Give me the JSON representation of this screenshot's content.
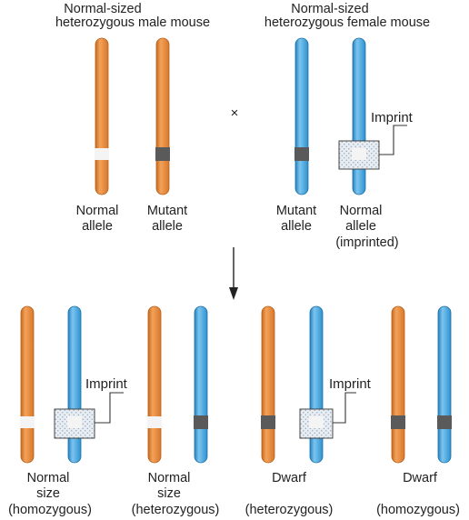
{
  "colors": {
    "paternal": "#E8893A",
    "paternal_dark": "#B85F16",
    "maternal": "#3EA0DB",
    "maternal_dark": "#1C6FA6",
    "normal_band": "#F2F2F2",
    "mutant_band": "#5A5A5A",
    "imprint_box_fill": "#E9EEF2",
    "line": "#333333"
  },
  "parents": {
    "male": {
      "title_line1": "Normal-sized",
      "title_line2": "heterozygous male mouse",
      "allele1": {
        "line1": "Normal",
        "line2": "allele"
      },
      "allele2": {
        "line1": "Mutant",
        "line2": "allele"
      }
    },
    "cross_symbol": "×",
    "female": {
      "title_line1": "Normal-sized",
      "title_line2": "heterozygous female mouse",
      "allele1": {
        "line1": "Mutant",
        "line2": "allele"
      },
      "allele2": {
        "line1": "Normal",
        "line2": "allele",
        "line3": "(imprinted)"
      },
      "imprint_label": "Imprint"
    }
  },
  "offspring": [
    {
      "line1": "Normal",
      "line2": "size",
      "line3": "(homozygous)",
      "imprint_label": "Imprint",
      "paternal_band": "normal",
      "maternal_band": "normal",
      "imprinted": true
    },
    {
      "line1": "Normal",
      "line2": "size",
      "line3": "(heterozygous)",
      "paternal_band": "normal",
      "maternal_band": "mutant",
      "imprinted": false
    },
    {
      "line1": "Dwarf",
      "line3": "(heterozygous)",
      "imprint_label": "Imprint",
      "paternal_band": "mutant",
      "maternal_band": "normal",
      "imprinted": true
    },
    {
      "line1": "Dwarf",
      "line3": "(homozygous)",
      "paternal_band": "mutant",
      "maternal_band": "mutant",
      "imprinted": false
    }
  ]
}
